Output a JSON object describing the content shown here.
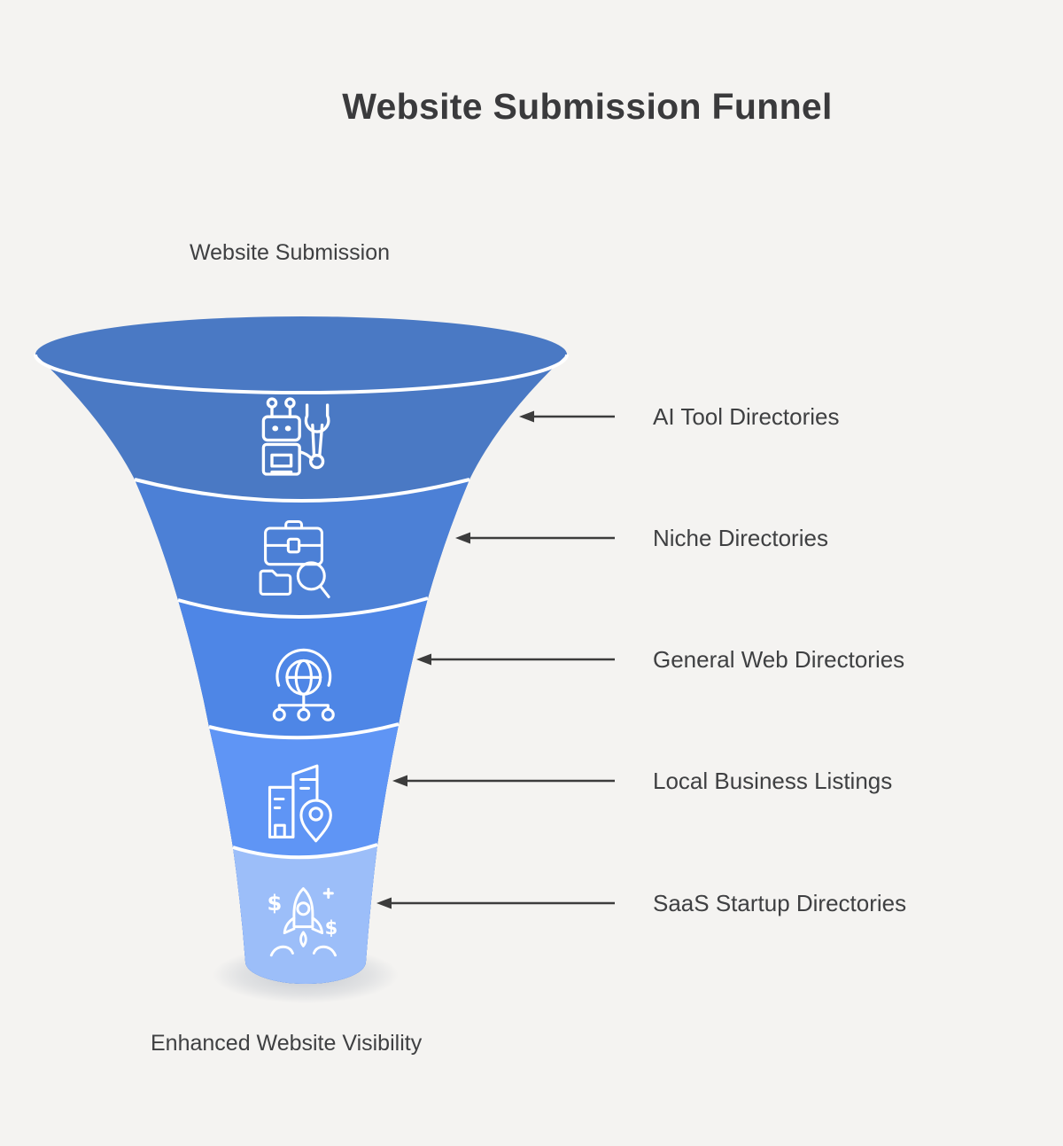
{
  "title": "Website Submission Funnel",
  "funnel": {
    "top_label": "Website Submission",
    "bottom_label": "Enhanced Website Visibility",
    "stages": [
      {
        "label": "AI Tool Directories",
        "icon": "robot-wrench-icon",
        "color": "#4a79c4"
      },
      {
        "label": "Niche Directories",
        "icon": "briefcase-search-icon",
        "color": "#4c80d6"
      },
      {
        "label": "General Web Directories",
        "icon": "globe-network-icon",
        "color": "#4e86e6"
      },
      {
        "label": "Local Business Listings",
        "icon": "building-location-pin-icon",
        "color": "#5f95f5"
      },
      {
        "label": "SaaS Startup Directories",
        "icon": "rocket-dollar-icon",
        "color": "#9cbef9"
      }
    ],
    "separator_color": "#ffffff",
    "icon_color": "#ffffff",
    "arrow_color": "#3c3c3c"
  },
  "colors": {
    "background": "#f4f3f1",
    "text": "#3f4042"
  },
  "icon_glyphs": {
    "dollar": "$",
    "plus": "+"
  }
}
